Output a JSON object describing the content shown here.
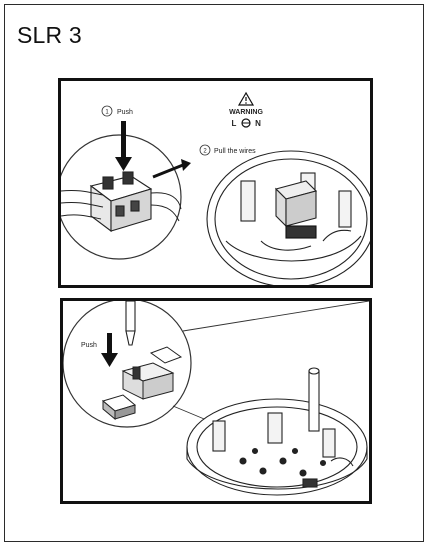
{
  "page": {
    "title": "SLR 3"
  },
  "panel1": {
    "step1_number": "1",
    "step1_label": "Push",
    "step2_number": "2",
    "step2_label": "Pull the wires",
    "warning_label": "WARNING",
    "terminal_l": "L",
    "terminal_n": "N"
  },
  "panel2": {
    "push_label": "Push"
  }
}
